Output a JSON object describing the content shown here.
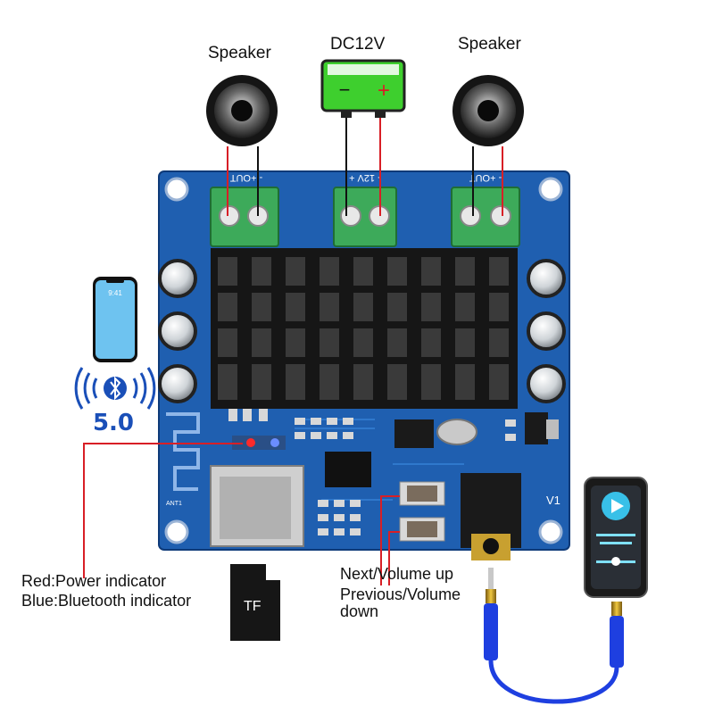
{
  "labels": {
    "speaker_left": "Speaker",
    "speaker_right": "Speaker",
    "power_supply": "DC12V",
    "battery_minus": "−",
    "battery_plus": "+",
    "bluetooth_version": "5.0",
    "phone_time": "9:41",
    "tf_card": "TF",
    "red_indicator": "Red:Power indicator",
    "blue_indicator": "Blue:Bluetooth indicator",
    "next_volume_up": "Next/Volume up",
    "previous_volume_down_1": "Previous/Volume",
    "previous_volume_down_2": "down",
    "board_version": "V1",
    "antenna": "ANT1",
    "out_left": "- +OUT",
    "power_in": "- 12V +",
    "out_right": "- +OUT"
  },
  "colors": {
    "board": "#1f5fb0",
    "heatsink": "#161616",
    "terminal": "#3daa5a",
    "battery": "#3ecf2e",
    "wire_red": "#d81f26",
    "wire_black": "#111111",
    "cable": "#1e3fe0",
    "bluetooth": "#1a4fb8"
  }
}
